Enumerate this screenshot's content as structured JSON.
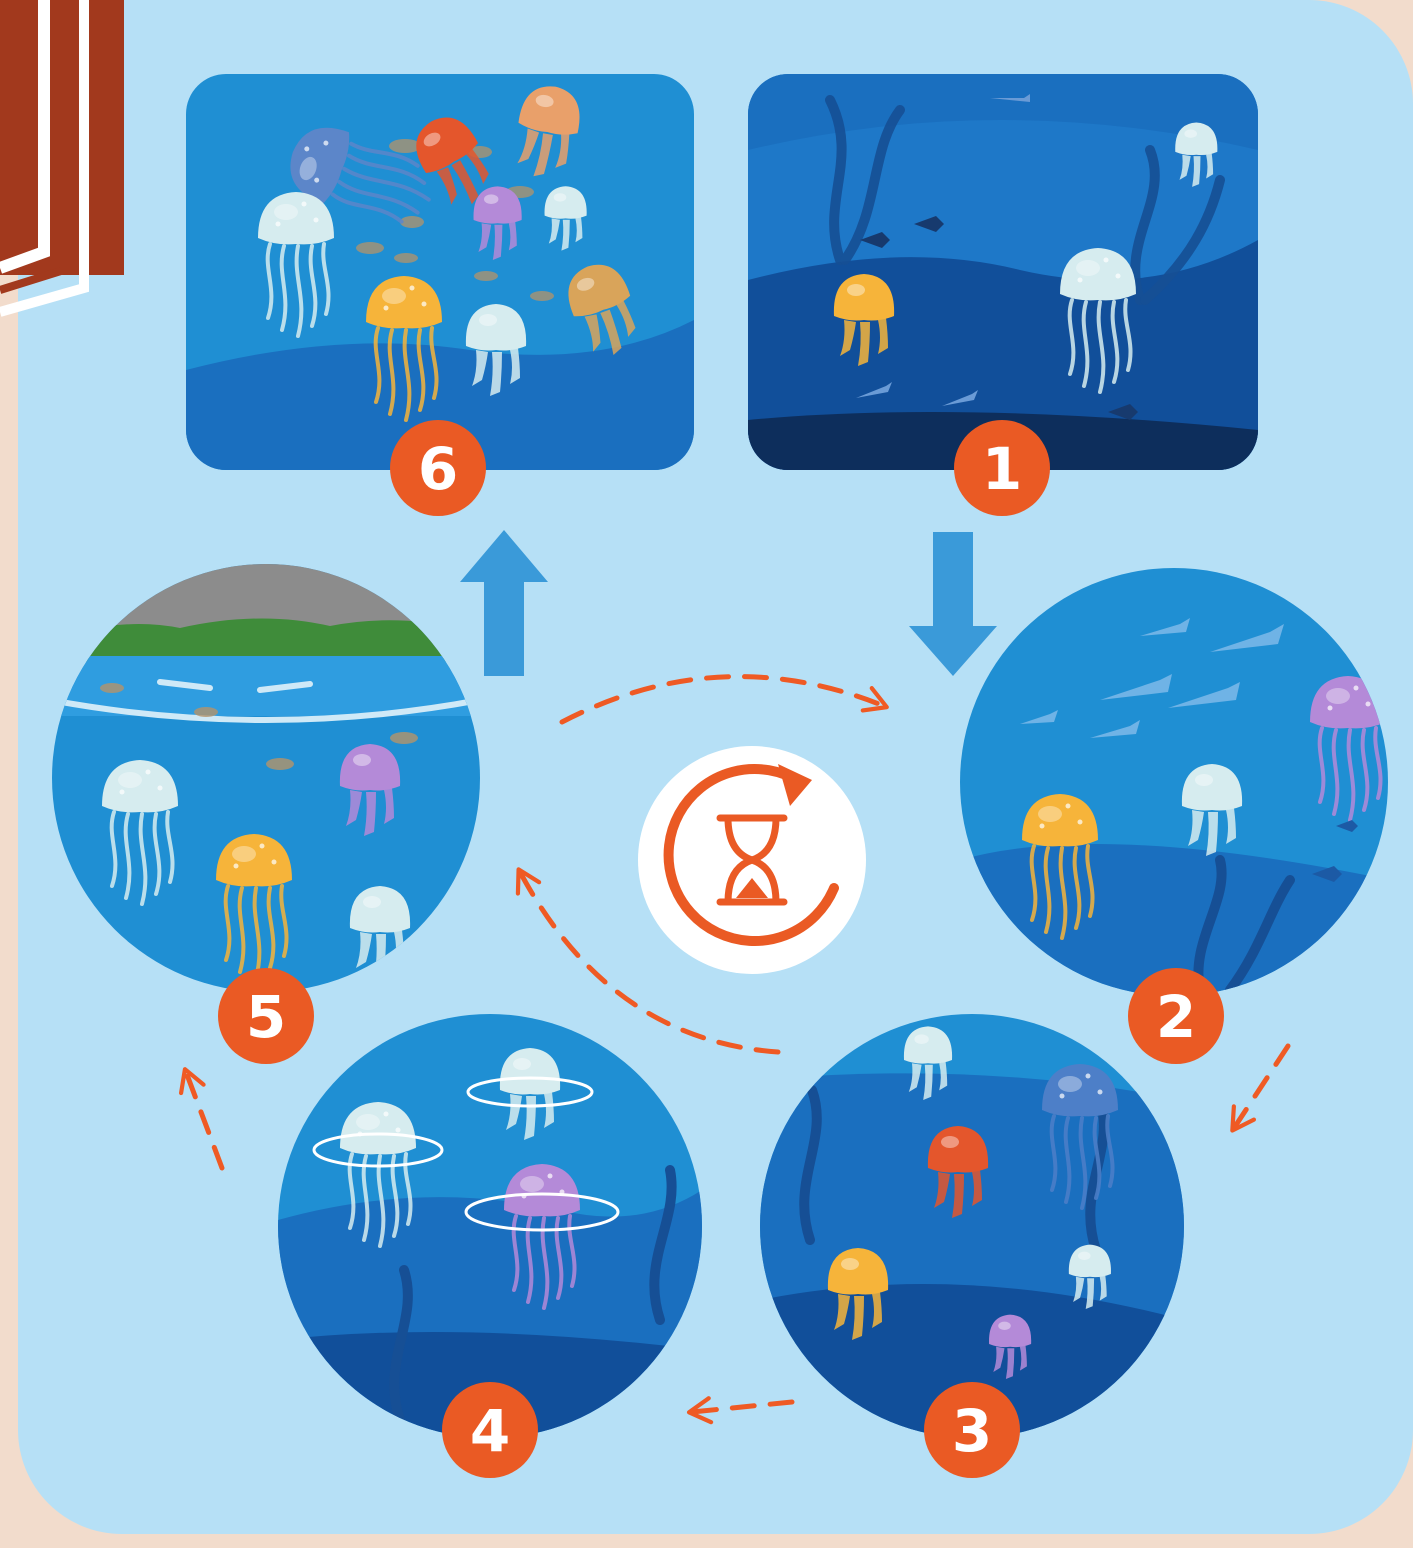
{
  "colors": {
    "page": "#f2dccc",
    "panel": "#b6e0f6",
    "stripe_brown": "#a2391d",
    "stripe_cream": "#ffffff",
    "water_light": "#1f8fd3",
    "water_mid": "#1a6fbf",
    "water_deep": "#114f9a",
    "seabed": "#0d2e5c",
    "flow_arrow": "#3a9ad9",
    "cycle_arrow": "#ef5a24",
    "marker": "#ea5a24",
    "hub_icon": "#ea5a24",
    "jelly_cream": "#d6ecef",
    "jelly_yellow": "#f6b43a",
    "jelly_purple": "#b48ad8",
    "jelly_orange": "#e4562c",
    "jelly_blue": "#4d7fc8",
    "sky": "#8c8c8c",
    "trees": "#3f8c3a"
  },
  "hub": {
    "icon": "hourglass-cycle-icon"
  },
  "stages": [
    {
      "label": "1"
    },
    {
      "label": "2"
    },
    {
      "label": "3"
    },
    {
      "label": "4"
    },
    {
      "label": "5"
    },
    {
      "label": "6"
    }
  ]
}
